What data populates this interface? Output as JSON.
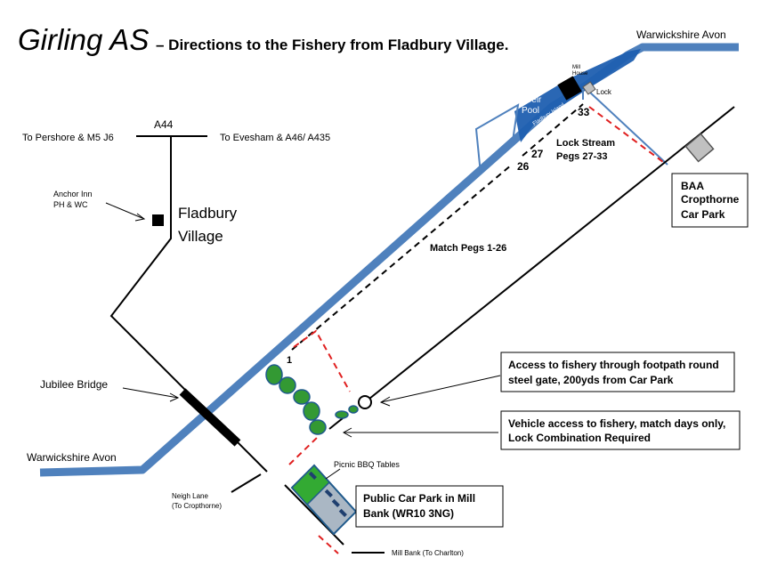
{
  "title": "Girling AS",
  "subtitle": "– Directions to the Fishery from Fladbury Village.",
  "roads": {
    "a44": "A44",
    "to_pershore": "To Pershore & M5 J6",
    "to_evesham": "To Evesham & A46/ A435",
    "neigh_lane_1": "Neigh Lane",
    "neigh_lane_2": "(To Cropthorne)",
    "mill_bank_charlton": "Mill Bank (To Charlton)"
  },
  "places": {
    "anchor_inn_1": "Anchor Inn",
    "anchor_inn_2": "PH & WC",
    "village_1": "Fladbury",
    "village_2": "Village",
    "jubilee_bridge": "Jubilee Bridge",
    "river_sw": "Warwickshire  Avon",
    "river_ne": "Warwickshire Avon",
    "weir_1": "Weir",
    "weir_2": "Pool",
    "mill_1": "Mill",
    "mill_2": "House",
    "fladbury_island": "Fladbury Island",
    "lock": "Lock",
    "picnic": "Picnic BBQ Tables"
  },
  "pegs": {
    "peg_1": "1",
    "peg_26": "26",
    "peg_27": "27",
    "peg_33": "33",
    "lock_stream_1": "Lock Stream",
    "lock_stream_2": "Pegs 27-33",
    "match_pegs": "Match Pegs 1-26"
  },
  "boxes": {
    "baa_1": "BAA",
    "baa_2": "Cropthorne",
    "baa_3": "Car Park",
    "access_1": "Access to fishery through footpath round",
    "access_2": "steel gate, 200yds from Car Park",
    "vehicle_1": "Vehicle access to fishery, match days only,",
    "vehicle_2": "Lock Combination Required",
    "public_1": "Public Car Park in Mill",
    "public_2": "Bank (WR10 3NG)"
  },
  "colors": {
    "river": "#4f81bd",
    "river_dark": "#1f5fb0",
    "road": "#000000",
    "dashed_red": "#e02020",
    "trees": "#339933",
    "car_park_green": "#33aa33",
    "car_park_grey": "#aab7c4"
  }
}
